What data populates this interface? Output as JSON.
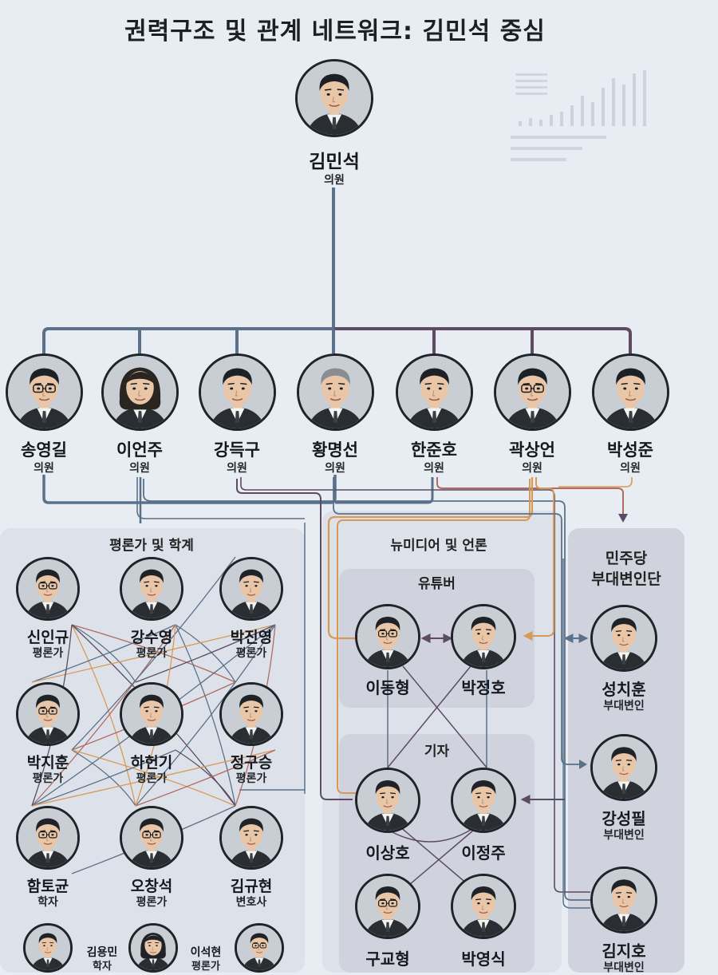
{
  "title": "권력구조 및 관계 네트워크: 김민석 중심",
  "center": {
    "name": "김민석",
    "role": "의원"
  },
  "row1": [
    {
      "id": "songyg",
      "name": "송영길",
      "role": "의원",
      "hair": "#1d2126",
      "glasses": true
    },
    {
      "id": "leeej",
      "name": "이언주",
      "role": "의원",
      "hair": "#2a2521",
      "glasses": false,
      "female": true
    },
    {
      "id": "kangdg",
      "name": "강득구",
      "role": "의원",
      "hair": "#1d2126",
      "glasses": false
    },
    {
      "id": "hwangms",
      "name": "황명선",
      "role": "의원",
      "hair": "#8a8d90",
      "glasses": false
    },
    {
      "id": "hanjh",
      "name": "한준호",
      "role": "의원",
      "hair": "#1d2126",
      "glasses": false
    },
    {
      "id": "kwaksu",
      "name": "곽상언",
      "role": "의원",
      "hair": "#1d2126",
      "glasses": true
    },
    {
      "id": "parksj",
      "name": "박성준",
      "role": "의원",
      "hair": "#1d2126",
      "glasses": false
    }
  ],
  "panels": {
    "critics": "평론가 및 학계",
    "media": "뉴미디어 및 언론",
    "youtuber": "유튜버",
    "reporter": "기자",
    "party_line1": "민주당",
    "party_line2": "부대변인단"
  },
  "critics": [
    {
      "id": "shinig",
      "name": "신인규",
      "role": "평론가",
      "glasses": true
    },
    {
      "id": "kangsy",
      "name": "강수영",
      "role": "평론가",
      "glasses": false
    },
    {
      "id": "parkjy",
      "name": "박진영",
      "role": "평론가",
      "glasses": false
    },
    {
      "id": "parkjh",
      "name": "박지훈",
      "role": "평론가",
      "glasses": true
    },
    {
      "id": "hahg",
      "name": "하헌기",
      "role": "평론가",
      "glasses": false
    },
    {
      "id": "jeonggs",
      "name": "정구승",
      "role": "평론가",
      "glasses": false
    },
    {
      "id": "hamtg",
      "name": "함토균",
      "role": "학자",
      "glasses": true
    },
    {
      "id": "ohcs",
      "name": "오창석",
      "role": "평론가",
      "glasses": true
    },
    {
      "id": "kimgh",
      "name": "김규현",
      "role": "변호사",
      "glasses": false
    },
    {
      "id": "kimym",
      "name": "김용민",
      "role": "학자",
      "glasses": false
    },
    {
      "id": "female2",
      "name": "",
      "role": "",
      "glasses": false,
      "female": true
    },
    {
      "id": "leesh",
      "name": "이석현",
      "role": "평론가",
      "glasses": true
    }
  ],
  "youtubers": [
    {
      "id": "leedh",
      "name": "이동형",
      "glasses": true
    },
    {
      "id": "parkjungho",
      "name": "박정호",
      "glasses": false
    }
  ],
  "reporters": [
    {
      "id": "leesangho",
      "name": "이상호",
      "glasses": false
    },
    {
      "id": "leejj",
      "name": "이정주",
      "glasses": false
    },
    {
      "id": "gugh",
      "name": "구교형",
      "glasses": true
    },
    {
      "id": "parkys",
      "name": "박영식",
      "glasses": false
    }
  ],
  "spokespersons": [
    {
      "id": "sungch",
      "name": "성치훈",
      "role": "부대변인",
      "glasses": false
    },
    {
      "id": "kangsp",
      "name": "강성필",
      "role": "부대변인",
      "glasses": false
    },
    {
      "id": "kimjh",
      "name": "김지호",
      "role": "부대변인",
      "glasses": false
    }
  ],
  "colors": {
    "blue_line": "#5a7189",
    "purple_line": "#5d4a63",
    "orange_line": "#d79a55",
    "red_line": "#b26a62",
    "panel": "#dde2ea",
    "subpanel": "#d0d3dd",
    "skin": "#e9c6a8",
    "suit": "#2a2e33"
  }
}
